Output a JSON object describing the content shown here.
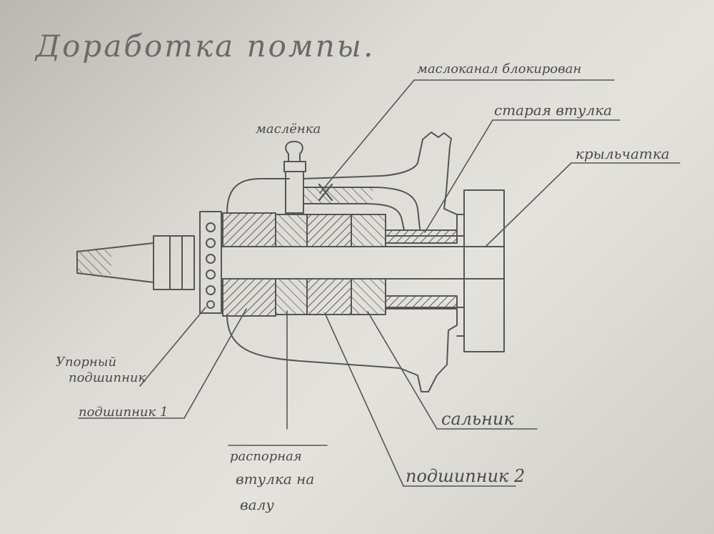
{
  "title": "Доработка помпы.",
  "labels": {
    "oilcan": "маслёнка",
    "oil_channel": "маслоканал блокирован",
    "old_bushing": "старая втулка",
    "impeller": "крыльчатка",
    "thrust_bearing_line1": "Упорный",
    "thrust_bearing_line2": "подшипник",
    "bearing1": "подшипник 1",
    "spacer_line1": "распорная",
    "spacer_line2": "втулка на",
    "spacer_line3": "валу",
    "seal": "сальник",
    "bearing2": "подшипник 2"
  },
  "colors": {
    "pencil": "#555555",
    "paper": "#e2e0da"
  }
}
